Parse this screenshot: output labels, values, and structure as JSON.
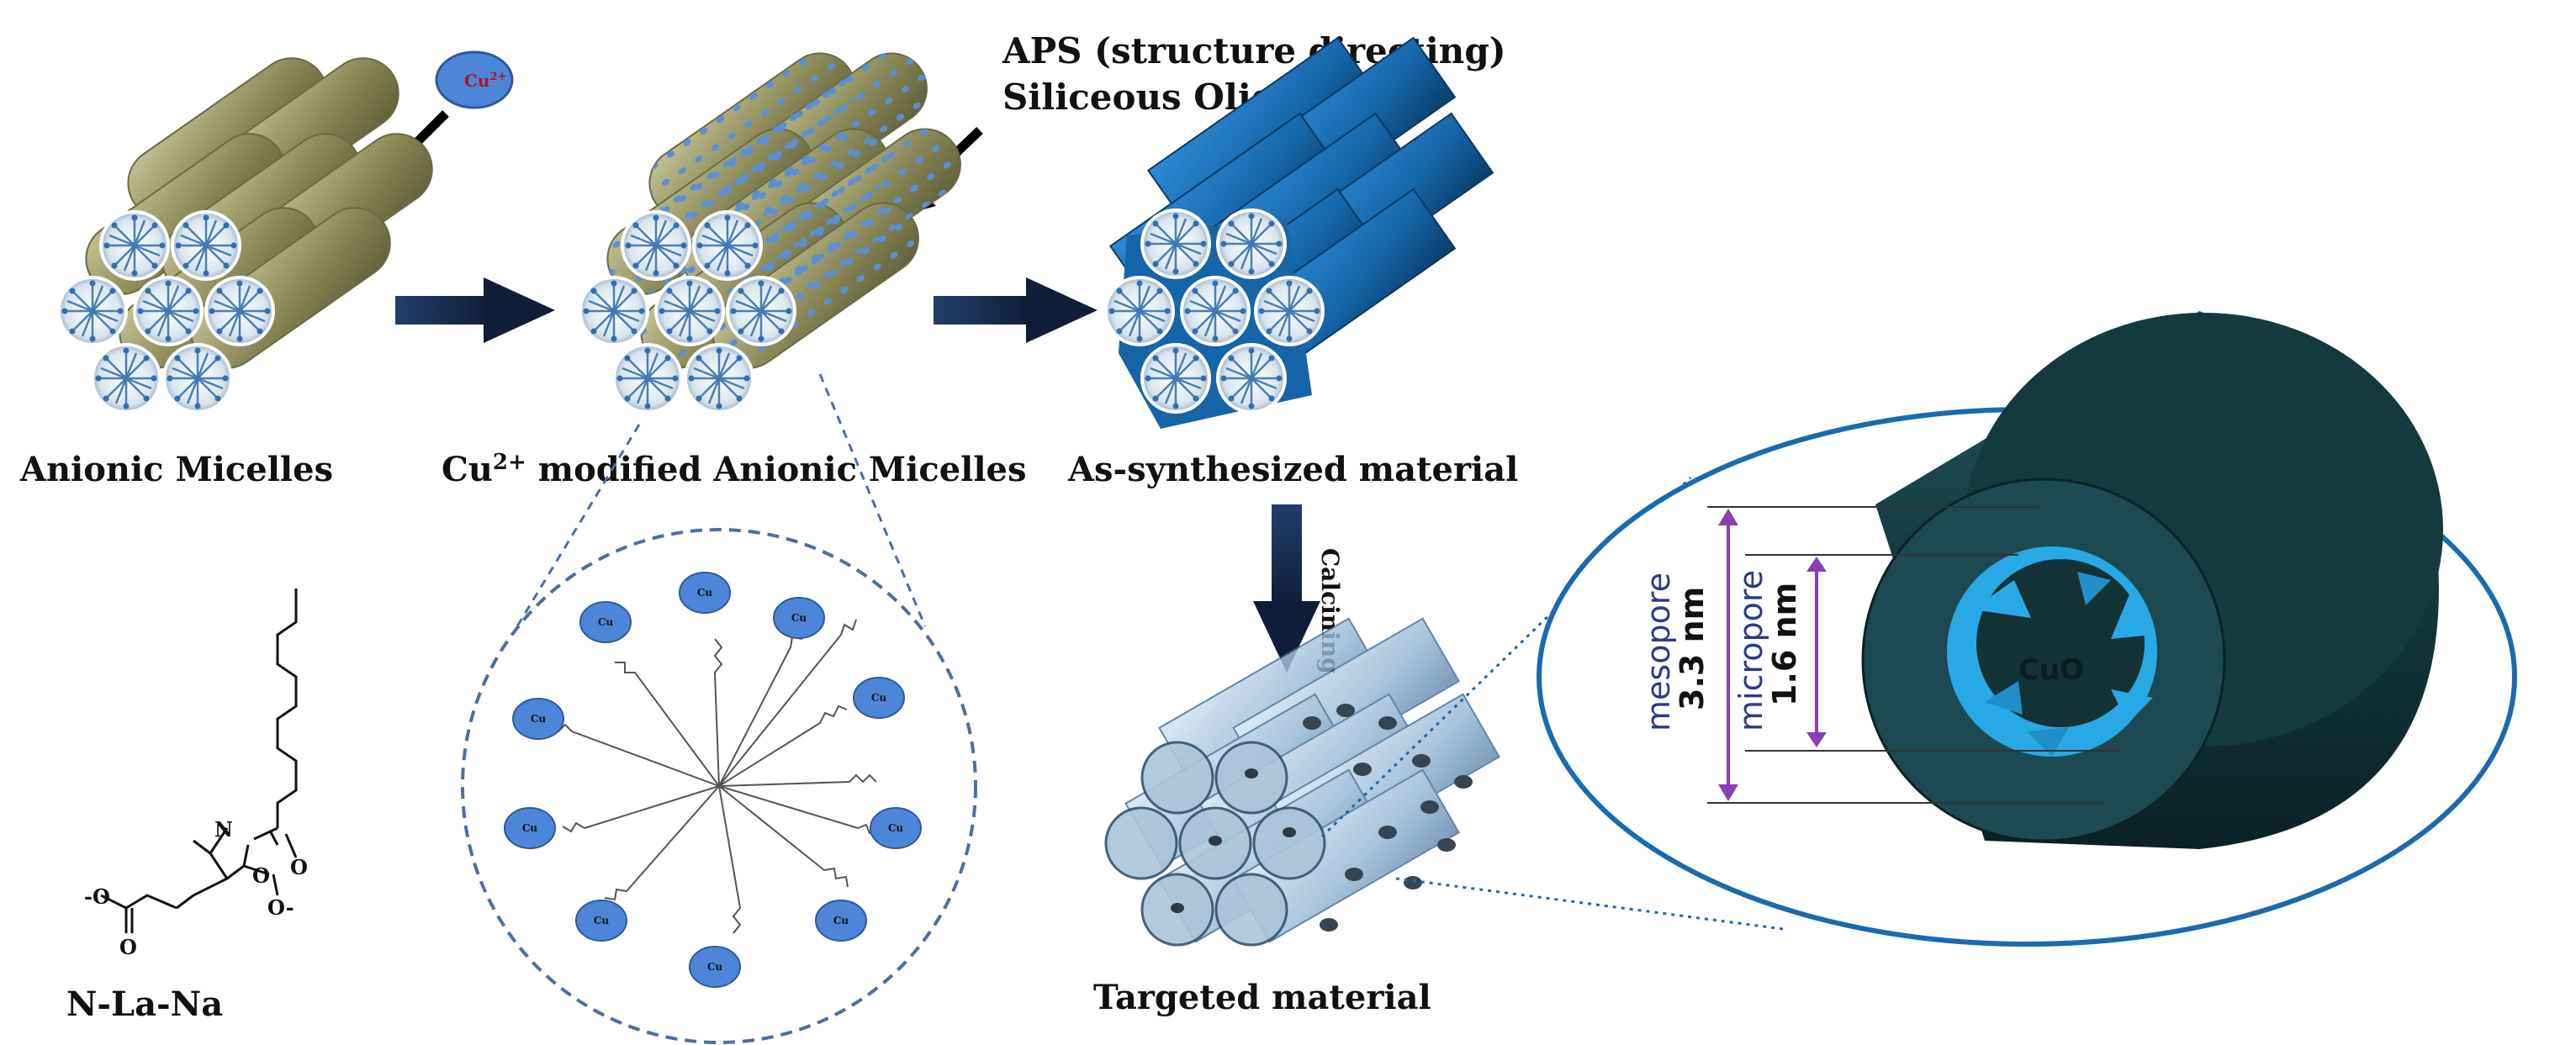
{
  "labels": {
    "cu_ion": "Cu",
    "cu_ion_sup": "2+",
    "aps_line1": "APS (structure directing)",
    "aps_line2": "Siliceous Oligomers",
    "anionic_micelles": "Anionic Micelles",
    "cu_modified_prefix": "Cu",
    "cu_modified_sup": "2+",
    "cu_modified_rest": " modified Anionic Micelles",
    "as_synthesized": "As-synthesized material",
    "calcining": "Calcining",
    "targeted_material": "Targeted material",
    "surfactant_name": "N-La-Na",
    "cluster_ion": "Cu",
    "carboxylate_left": "-O",
    "carboxylate_right": "O-",
    "amide_n": "N",
    "oxygen": "O"
  },
  "pore": {
    "mesopore_label": "mesopore",
    "mesopore_value": "3.3 nm",
    "micropore_label": "micropore",
    "micropore_value": "1.6 nm",
    "core_label": "CuO"
  },
  "colors": {
    "micelle_rod": "#8f8d5c",
    "micelle_end": "#dfe8f2",
    "rod_blue": "#1565a8",
    "cu_blob": "#4d86d8",
    "arrow_dark": "#16294a",
    "tube_dark": "#143a40",
    "cuo_cyan": "#29a8e6",
    "ellipse_border": "#1a6ab0",
    "dimension_purple": "#8a3fb5",
    "dashed_zoom": "#4a6fa5"
  }
}
